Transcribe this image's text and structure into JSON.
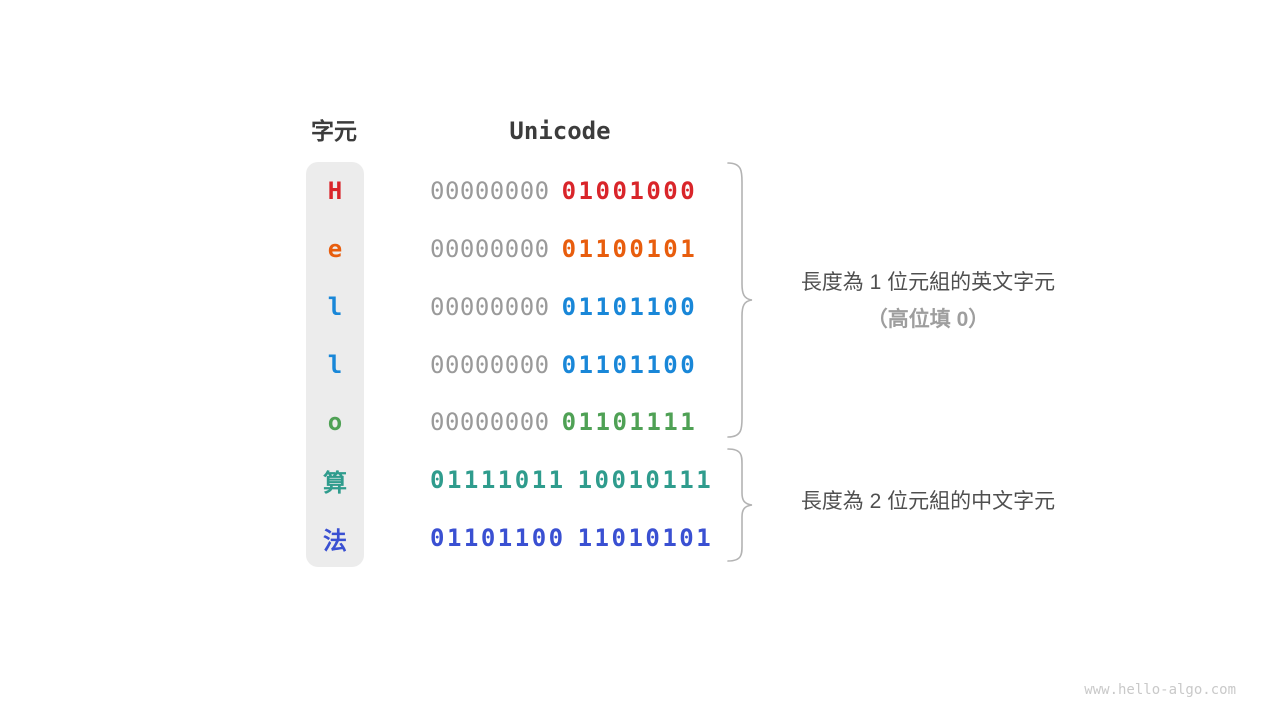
{
  "table": {
    "char_header": "字元",
    "code_header": "Unicode",
    "rows": [
      {
        "char": "H",
        "byte1": "00000000",
        "byte2": "01001000",
        "color": "#d9252a",
        "byte1_colored": false
      },
      {
        "char": "e",
        "byte1": "00000000",
        "byte2": "01100101",
        "color": "#e85d0d",
        "byte1_colored": false
      },
      {
        "char": "l",
        "byte1": "00000000",
        "byte2": "01101100",
        "color": "#1987d8",
        "byte1_colored": false
      },
      {
        "char": "l",
        "byte1": "00000000",
        "byte2": "01101100",
        "color": "#1987d8",
        "byte1_colored": false
      },
      {
        "char": "o",
        "byte1": "00000000",
        "byte2": "01101111",
        "color": "#4fa155",
        "byte1_colored": false
      },
      {
        "char": "算",
        "byte1": "01111011",
        "byte2": "10010111",
        "color": "#2f9c8d",
        "byte1_colored": true
      },
      {
        "char": "法",
        "byte1": "01101100",
        "byte2": "11010101",
        "color": "#3a50d2",
        "byte1_colored": true
      }
    ]
  },
  "annotations": {
    "english_group_line1": "長度為 1 位元組的英文字元",
    "english_group_line2": "（高位填 0）",
    "chinese_group_line1": "長度為 2 位元組的中文字元"
  },
  "watermark": "www.hello-algo.com",
  "colors": {
    "heading_text": "#3c3c3c",
    "muted_binary": "#9a9a9a",
    "annotation_text": "#4f4f4f",
    "annotation_muted": "#9e9e9e",
    "brace_stroke": "#b3b3b3",
    "char_column_bg": "#ececec",
    "watermark_text": "#c9c9c9",
    "red": "#d9252a",
    "orange": "#e85d0d",
    "blue": "#1987d8",
    "green": "#4fa155",
    "teal": "#2f9c8d",
    "indigo": "#3a50d2"
  }
}
